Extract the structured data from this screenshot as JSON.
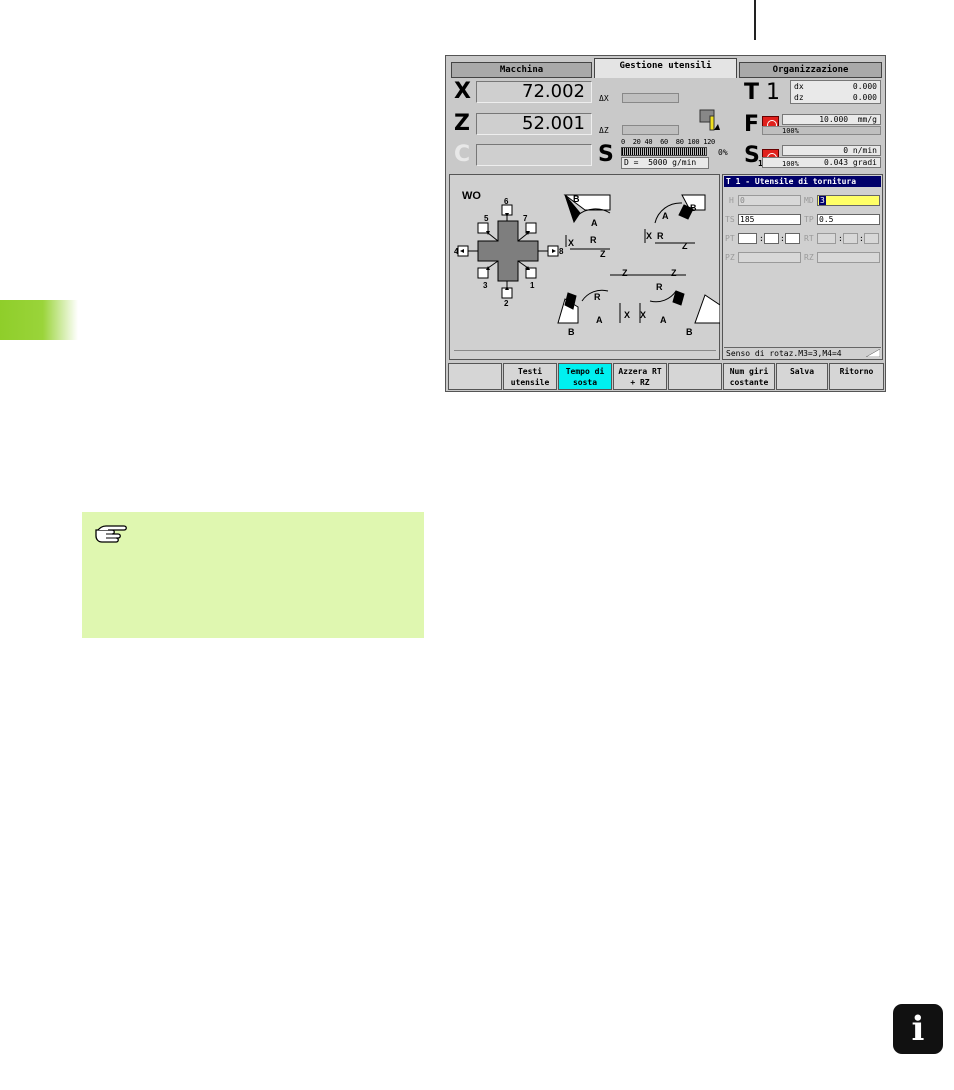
{
  "tabs": [
    "Macchina",
    "Gestione utensili",
    "Organizzazione"
  ],
  "positions": {
    "x_label": "X",
    "x_value": "72.002",
    "z_label": "Z",
    "z_value": "52.001",
    "c_label": "C",
    "c_value": ""
  },
  "deltas": {
    "dx_label": "ΔX",
    "dz_label": "ΔZ"
  },
  "tool": {
    "label": "T",
    "number": "1",
    "dx_label": "dx",
    "dx_value": "0.000",
    "dz_label": "dz",
    "dz_value": "0.000"
  },
  "feed": {
    "label": "F",
    "value": "10.000",
    "unit": "mm/g",
    "override": "100%"
  },
  "spindle": {
    "label": "S",
    "scale": "0  20 40  60  80 100 120",
    "percent": "0%",
    "limit": "D =  5000 g/min",
    "s1_label": "S",
    "s1_sub": "1",
    "speed": "0",
    "speed_unit": "n/min",
    "override": "100%",
    "angle": "0.043",
    "angle_unit": "gradi"
  },
  "diagram": {
    "wo_label": "WO",
    "positions": [
      "1",
      "2",
      "3",
      "4",
      "5",
      "6",
      "7",
      "8"
    ],
    "letters": {
      "a": "A",
      "b": "B",
      "r": "R",
      "x": "X",
      "z": "Z"
    }
  },
  "form": {
    "title": "T 1 - Utensile di tornitura",
    "fields": [
      {
        "label": "H",
        "value": "0",
        "enabled": false
      },
      {
        "label": "MD",
        "value": "3",
        "enabled": true
      },
      {
        "label": "TS",
        "value": "185",
        "enabled": true
      },
      {
        "label": "TP",
        "value": "0.5",
        "enabled": true
      },
      {
        "label": "PT",
        "value": "",
        "enabled": false
      },
      {
        "label": "RT",
        "value": "",
        "enabled": false
      },
      {
        "label": "PZ",
        "value": "",
        "enabled": false
      },
      {
        "label": "RZ",
        "value": "",
        "enabled": false
      }
    ],
    "status": "Senso di rotaz.M3=3,M4=4"
  },
  "softkeys": [
    "",
    "Testi utensile",
    "Tempo di sosta",
    "Azzera RT + RZ",
    "",
    "Num giri costante",
    "Salva",
    "Ritorno"
  ],
  "active_softkey": "Tempo di sosta",
  "note_icon": "pointing-hand-icon",
  "info_icon": "info-icon",
  "colors": {
    "accent_green": "#9ad43a",
    "note_bg": "#dff7b0",
    "softkey_active": "#00f0f0",
    "title_bar": "#00006a"
  }
}
